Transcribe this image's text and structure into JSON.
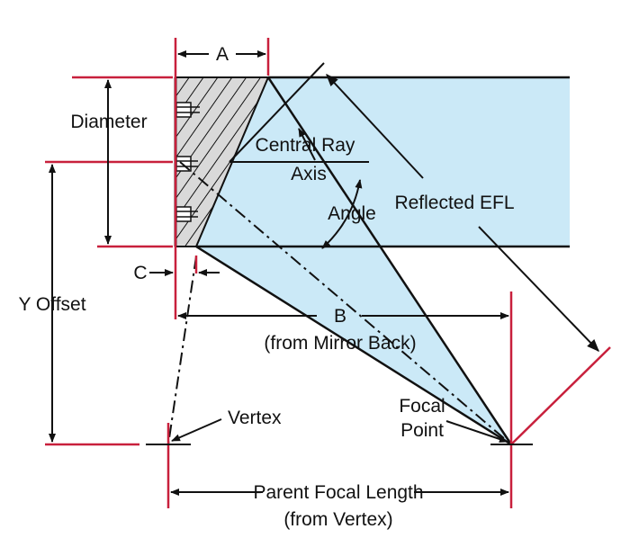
{
  "labels": {
    "a": "A",
    "diameter": "Diameter",
    "central_ray": "Central Ray",
    "axis": "Axis",
    "angle": "Angle",
    "reflected_efl": "Reflected EFL",
    "c": "C",
    "y_offset": "Y Offset",
    "b": "B",
    "b_note": "(from Mirror Back)",
    "focal": "Focal",
    "point": "Point",
    "vertex": "Vertex",
    "parent_focal_length": "Parent Focal Length",
    "pfl_note": "(from Vertex)"
  },
  "colors": {
    "beam_fill": "#cbe9f7",
    "dimension_red": "#c8203c",
    "mirror_fill": "#d9d9d9",
    "line": "#111111"
  }
}
